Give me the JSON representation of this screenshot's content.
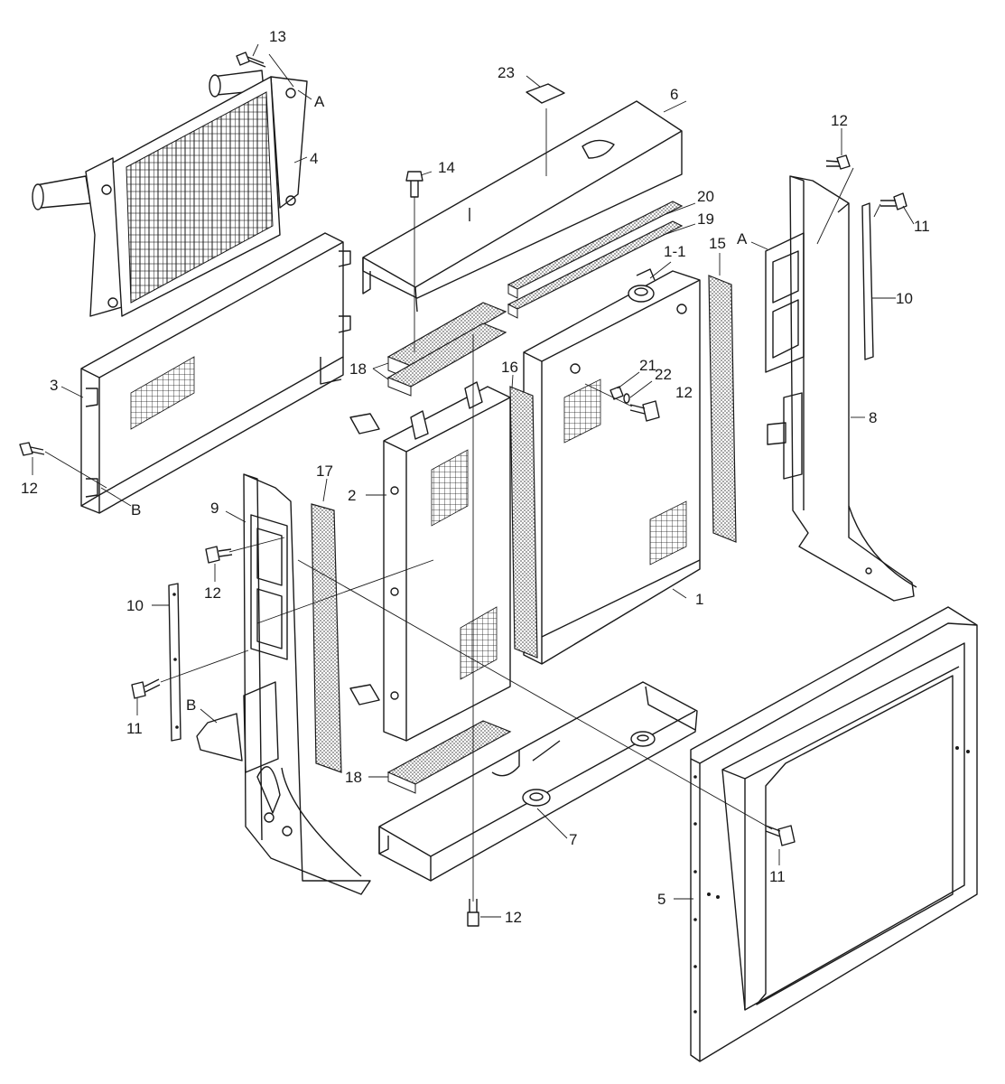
{
  "callouts": {
    "c13": "13",
    "cA_top": "A",
    "c4": "4",
    "c23": "23",
    "c6": "6",
    "c14": "14",
    "c12_tr": "12",
    "c11_tr": "11",
    "c20": "20",
    "c19": "19",
    "c1_1": "1-1",
    "c15": "15",
    "cA_right": "A",
    "c10_right": "10",
    "c3": "3",
    "c18_top": "18",
    "c16": "16",
    "c21": "21",
    "c22": "22",
    "c12_mid": "12",
    "c8": "8",
    "c12_left": "12",
    "cB_left": "B",
    "c17": "17",
    "c2": "2",
    "c9": "9",
    "c12_lower": "12",
    "c1": "1",
    "c10_left": "10",
    "c11_left": "11",
    "cB_lower": "B",
    "c18_bottom": "18",
    "c7": "7",
    "c11_br": "11",
    "c5": "5",
    "c12_bottom": "12"
  },
  "colors": {
    "line": "#1a1a1a",
    "fill": "#ffffff",
    "hatch": "#9a9a9a"
  }
}
